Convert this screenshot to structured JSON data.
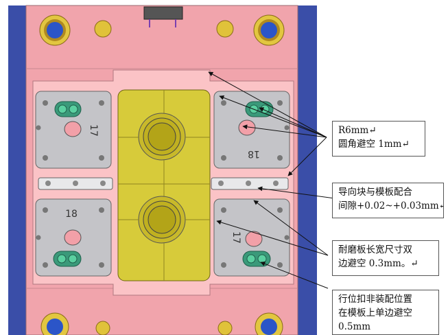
{
  "plate_labels": {
    "top_left": "17",
    "top_right": "18",
    "bottom_left": "18",
    "bottom_right": "17"
  },
  "callouts": [
    {
      "lines": [
        "R6mm↵",
        "圆角避空 1mm↵"
      ]
    },
    {
      "lines": [
        "导向块与模板配合",
        "间隙+0.02~+0.03mm↵"
      ]
    },
    {
      "lines": [
        "耐磨板长宽尺寸双",
        "边避空 0.3mm。↵"
      ]
    },
    {
      "lines": [
        "行位扣非装配位置",
        "在模板上单边避空",
        "0.5mm"
      ]
    }
  ],
  "colors": {
    "plate": "#f1a4ac",
    "pocket": "#fbc3c6",
    "insert_grey": "#c4c4c8",
    "core": "#d7cb3a",
    "side_blue": "#3a4ea8",
    "pin_green": "#2aa07a"
  }
}
